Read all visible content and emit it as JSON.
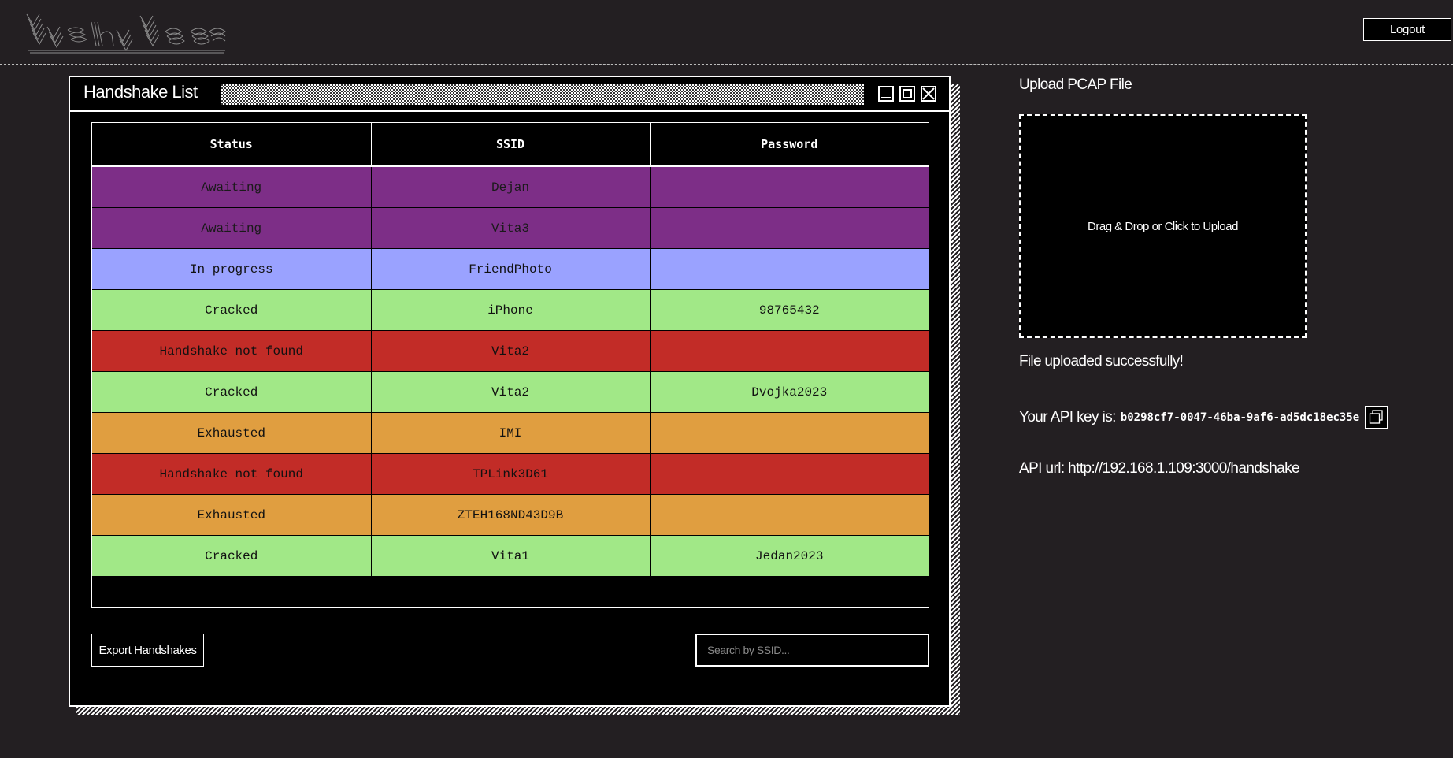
{
  "header": {
    "logout_label": "Logout"
  },
  "window": {
    "title": "Handshake List"
  },
  "table": {
    "columns": [
      "Status",
      "SSID",
      "Password"
    ],
    "rows": [
      {
        "status": "Awaiting",
        "ssid": "Dejan",
        "password": ""
      },
      {
        "status": "Awaiting",
        "ssid": "Vita3",
        "password": ""
      },
      {
        "status": "In progress",
        "ssid": "FriendPhoto",
        "password": ""
      },
      {
        "status": "Cracked",
        "ssid": "iPhone",
        "password": "98765432"
      },
      {
        "status": "Handshake not found",
        "ssid": "Vita2",
        "password": ""
      },
      {
        "status": "Cracked",
        "ssid": "Vita2",
        "password": "Dvojka2023"
      },
      {
        "status": "Exhausted",
        "ssid": "IMI",
        "password": ""
      },
      {
        "status": "Handshake not found",
        "ssid": "TPLink3D61",
        "password": ""
      },
      {
        "status": "Exhausted",
        "ssid": "ZTEH168ND43D9B",
        "password": ""
      },
      {
        "status": "Cracked",
        "ssid": "Vita1",
        "password": "Jedan2023"
      }
    ]
  },
  "status_colors": {
    "Awaiting": "#7d2e87",
    "In progress": "#9aa2ff",
    "Cracked": "#a1e887",
    "Handshake not found": "#c22c27",
    "Exhausted": "#e09e40"
  },
  "actions": {
    "export_label": "Export Handshakes",
    "search_placeholder": "Search by SSID..."
  },
  "upload": {
    "title": "Upload PCAP File",
    "dropzone_text": "Drag & Drop or Click to Upload",
    "message": "File uploaded successfully!"
  },
  "api": {
    "key_label": "Your API key is:",
    "key_value": "b0298cf7-0047-46ba-9af6-ad5dc18ec35e",
    "url_text": "API url: http://192.168.1.109:3000/handshake"
  }
}
